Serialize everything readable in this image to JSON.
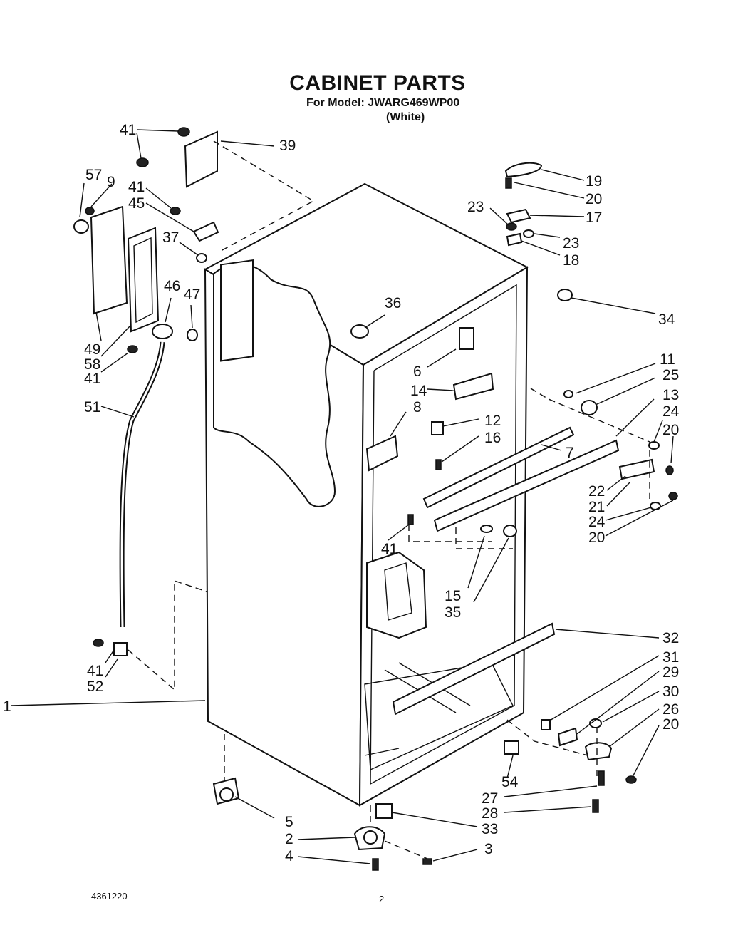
{
  "header": {
    "title": "CABINET PARTS",
    "model_line": "For Model: JWARG469WP00",
    "color_line": "(White)"
  },
  "footer": {
    "doc_number": "4361220",
    "page_number": "2"
  },
  "callouts": {
    "41a": "41",
    "39": "39",
    "41b": "41",
    "57": "57",
    "9": "9",
    "41c": "41",
    "45": "45",
    "37": "37",
    "46": "46",
    "47": "47",
    "49": "49",
    "58": "58",
    "41d": "41",
    "51": "51",
    "41e": "41",
    "52": "52",
    "1": "1",
    "19": "19",
    "20a": "20",
    "23a": "23",
    "17": "17",
    "23b": "23",
    "18": "18",
    "34": "34",
    "36": "36",
    "6": "6",
    "14": "14",
    "11": "11",
    "25": "25",
    "13": "13",
    "24a": "24",
    "20b": "20",
    "8": "8",
    "12": "12",
    "16": "16",
    "7": "7",
    "22": "22",
    "21": "21",
    "24b": "24",
    "20c": "20",
    "41f": "41",
    "15": "15",
    "35": "35",
    "32": "32",
    "31": "31",
    "29": "29",
    "30": "30",
    "26": "26",
    "20d": "20",
    "54": "54",
    "27": "27",
    "28": "28",
    "5": "5",
    "33": "33",
    "2": "2",
    "3": "3",
    "4": "4"
  }
}
